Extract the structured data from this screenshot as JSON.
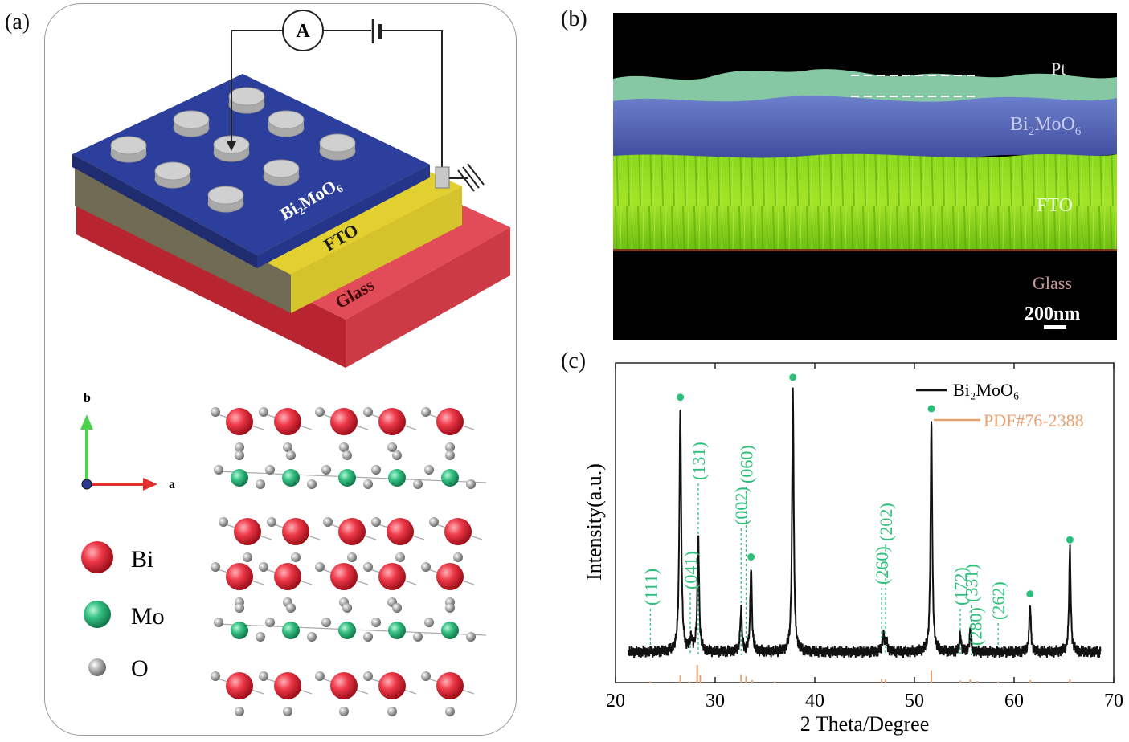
{
  "panels": {
    "a": "(a)",
    "b": "(b)",
    "c": "(c)"
  },
  "device": {
    "ammeter": "A",
    "layer_top": "Bi₂MoO₆",
    "layer_mid": "FTO",
    "layer_bottom": "Glass"
  },
  "axes": {
    "b": "b",
    "a": "a"
  },
  "legend_atoms": [
    {
      "label": "Bi",
      "color": "#e8303e"
    },
    {
      "label": "Mo",
      "color": "#2fbf7f"
    },
    {
      "label": "O",
      "color": "#a9a9a9"
    }
  ],
  "sem": {
    "pt": "Pt",
    "bimoo_base": "Bi",
    "bimoo_sub1": "2",
    "bimoo_mid": "MoO",
    "bimoo_sub2": "6",
    "fto": "FTO",
    "glass": "Glass",
    "scale": "200nm"
  },
  "chart_data": {
    "type": "line",
    "xlabel": "2 Theta/Degree",
    "ylabel": "Intensity(a.u.)",
    "xlim": [
      20,
      70
    ],
    "xticks": [
      20,
      30,
      40,
      50,
      60,
      70
    ],
    "legend": [
      {
        "name": "Bi₂MoO₆",
        "color": "#111111"
      },
      {
        "name": "PDF#76-2388",
        "color": "#e8a070"
      }
    ],
    "peaks": [
      {
        "x": 26.5,
        "h": 0.86,
        "w": 0.22
      },
      {
        "x": 27.6,
        "h": 0.04,
        "w": 0.3
      },
      {
        "x": 28.3,
        "h": 0.42,
        "w": 0.2
      },
      {
        "x": 32.6,
        "h": 0.15,
        "w": 0.2
      },
      {
        "x": 33.6,
        "h": 0.3,
        "w": 0.2
      },
      {
        "x": 37.8,
        "h": 0.93,
        "w": 0.2
      },
      {
        "x": 46.9,
        "h": 0.06,
        "w": 0.25
      },
      {
        "x": 47.2,
        "h": 0.03,
        "w": 0.25
      },
      {
        "x": 51.7,
        "h": 0.82,
        "w": 0.2
      },
      {
        "x": 54.6,
        "h": 0.06,
        "w": 0.2
      },
      {
        "x": 55.6,
        "h": 0.07,
        "w": 0.2
      },
      {
        "x": 61.6,
        "h": 0.17,
        "w": 0.2
      },
      {
        "x": 65.6,
        "h": 0.36,
        "w": 0.2
      }
    ],
    "ref_lines": [
      23.5,
      26.5,
      27.4,
      28.2,
      28.5,
      32.6,
      33.1,
      33.7,
      36.0,
      46.7,
      47.1,
      51.7,
      54.6,
      55.6,
      56.3,
      58.4,
      61.6,
      65.6
    ],
    "ref_heights": [
      0.06,
      0.35,
      0.05,
      0.85,
      0.35,
      0.4,
      0.3,
      0.12,
      0.05,
      0.18,
      0.16,
      0.6,
      0.1,
      0.14,
      0.07,
      0.05,
      0.12,
      0.16
    ],
    "dot_peaks": [
      26.5,
      33.6,
      37.8,
      51.7,
      61.6,
      65.6
    ],
    "annotations": [
      {
        "label": "(111)",
        "x": 23.5
      },
      {
        "label": "(041)",
        "x": 27.5
      },
      {
        "label": "(131)",
        "x": 28.3
      },
      {
        "label": "(002)",
        "x": 32.6
      },
      {
        "label": "(060)",
        "x": 33.1
      },
      {
        "label": "(260)",
        "x": 46.7
      },
      {
        "label": "(202)",
        "x": 47.1
      },
      {
        "label": "(172)",
        "x": 54.6
      },
      {
        "label": "(280)",
        "x": 56.1
      },
      {
        "label": "(331)",
        "x": 55.7
      },
      {
        "label": "(262)",
        "x": 58.4
      }
    ],
    "colors": {
      "trace": "#111111",
      "ref": "#e8a070",
      "annot": "#2cbf7a"
    }
  }
}
